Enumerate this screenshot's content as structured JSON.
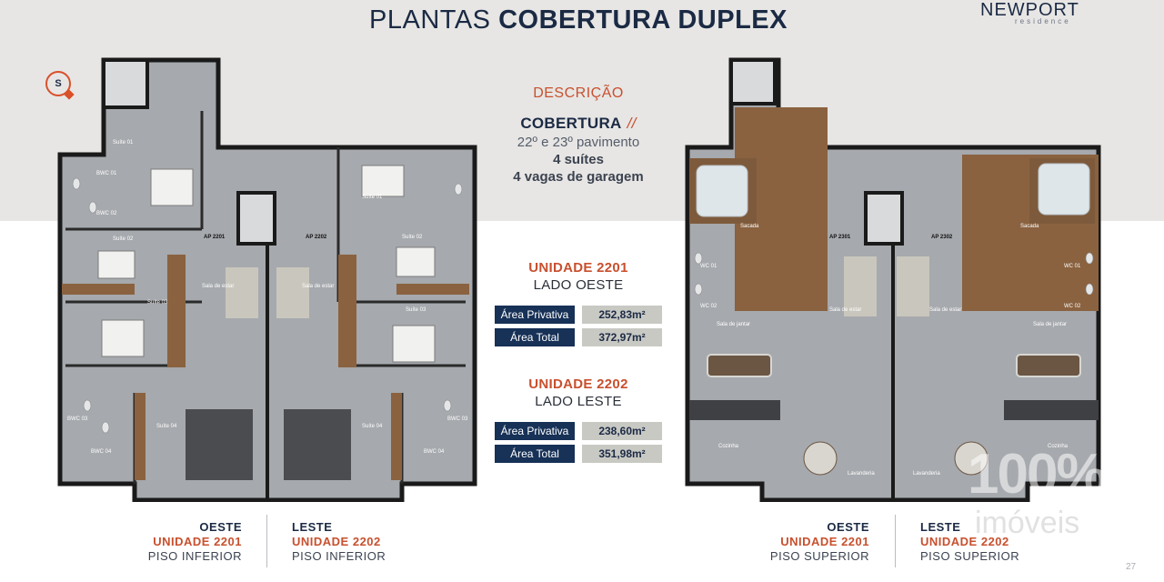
{
  "header": {
    "title_light": "PLANTAS",
    "title_bold": "COBERTURA DUPLEX",
    "logo_word": "NEWPORT",
    "logo_sub": "residence",
    "badge": "S"
  },
  "description": {
    "heading": "DESCRIÇÃO",
    "type": "COBERTURA",
    "type_mark": "//",
    "floors": "22º e 23º pavimento",
    "suites": "4 suítes",
    "parking": "4 vagas de garagem"
  },
  "units": [
    {
      "unit": "UNIDADE 2201",
      "side": "LADO OESTE",
      "private_label": "Área Privativa",
      "private_value": "252,83m²",
      "total_label": "Área Total",
      "total_value": "372,97m²"
    },
    {
      "unit": "UNIDADE 2202",
      "side": "LADO LESTE",
      "private_label": "Área Privativa",
      "private_value": "238,60m²",
      "total_label": "Área Total",
      "total_value": "351,98m²"
    }
  ],
  "plans": {
    "lower": {
      "rooms": {
        "suite01": "Suíte 01",
        "suite02": "Suíte 02",
        "suite03": "Suíte 03",
        "suite04": "Suíte 04",
        "bwc01": "BWC 01",
        "bwc02": "BWC 02",
        "bwc03": "BWC 03",
        "bwc04": "BWC 04",
        "ap_left": "AP 2201",
        "ap_right": "AP 2202",
        "sala": "Sala de estar"
      }
    },
    "upper": {
      "rooms": {
        "sacada": "Sacada",
        "ap_left": "AP 2301",
        "ap_right": "AP 2302",
        "wc01": "WC 01",
        "wc02": "WC 02",
        "sala_estar": "Sala de estar",
        "sala_jantar": "Sala de jantar",
        "cozinha": "Cozinha",
        "lavanderia": "Lavanderia"
      }
    }
  },
  "captions": {
    "lower_left": {
      "dir": "OESTE",
      "unit": "UNIDADE 2201",
      "floor": "PISO INFERIOR"
    },
    "lower_right": {
      "dir": "LESTE",
      "unit": "UNIDADE 2202",
      "floor": "PISO INFERIOR"
    },
    "upper_left": {
      "dir": "OESTE",
      "unit": "UNIDADE 2201",
      "floor": "PISO SUPERIOR"
    },
    "upper_right": {
      "dir": "LESTE",
      "unit": "UNIDADE 2202",
      "floor": "PISO SUPERIOR"
    }
  },
  "page_number": "27",
  "watermark": {
    "line1": "100%",
    "line2": "imóveis"
  },
  "colors": {
    "navy": "#173157",
    "accent": "#c8502e",
    "wood": "#8a6240",
    "floor": "#a6a9ad"
  }
}
